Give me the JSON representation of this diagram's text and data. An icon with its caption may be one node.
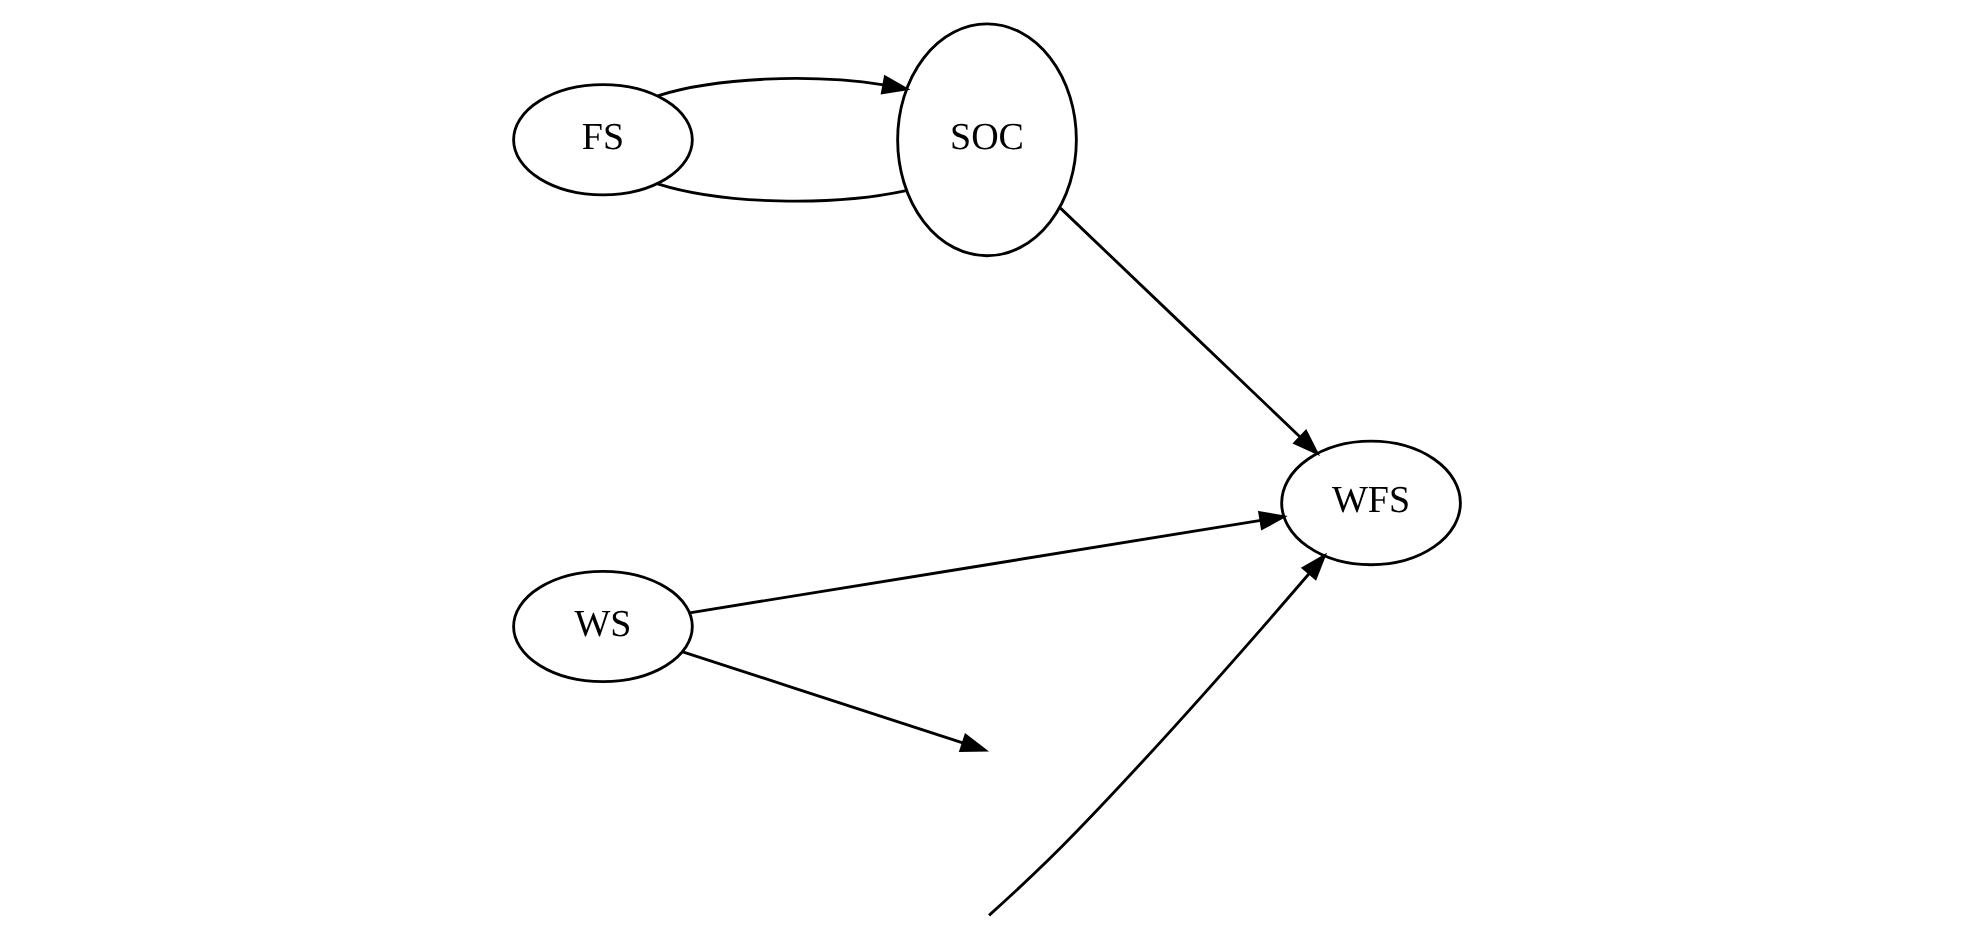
{
  "diagram": {
    "nodes": [
      {
        "text": [
          "FS"
        ]
      },
      {
        "text": [
          "SOC"
        ]
      },
      {
        "text": [
          "WS"
        ]
      },
      {
        "text": [
          "WFS"
        ]
      }
    ],
    "edges": [
      {
        "from": 0,
        "to": 1,
        "arrow": "none"
      },
      {
        "from": 0,
        "to": 1,
        "arrow": "to"
      },
      {
        "from": 1,
        "to": 3,
        "arrow": "to"
      },
      {
        "from": 2,
        "to": null,
        "arrow": "to"
      },
      {
        "from": null,
        "to": 3,
        "arrow": "to"
      },
      {
        "from": 2,
        "to": 3,
        "arrow": "to"
      }
    ]
  }
}
